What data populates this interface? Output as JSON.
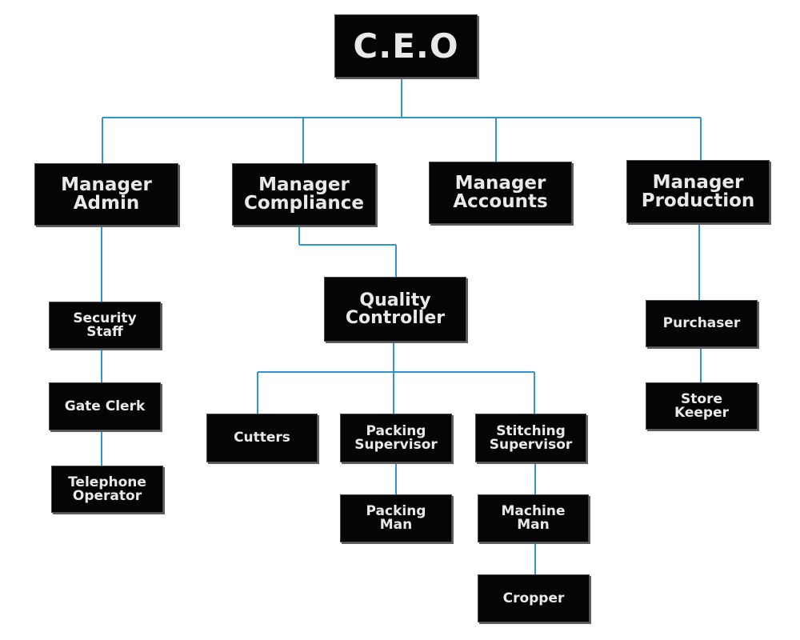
{
  "colors": {
    "connector": "#2f97c9",
    "box_fill": "#050505",
    "box_text": "#e9e9e9"
  },
  "nodes": {
    "ceo": "C.E.O",
    "manager_admin": "Manager\nAdmin",
    "manager_compliance": "Manager\nCompliance",
    "manager_accounts": "Manager\nAccounts",
    "manager_production": "Manager\nProduction",
    "security_staff": "Security\nStaff",
    "gate_clerk": "Gate Clerk",
    "telephone_operator": "Telephone\nOperator",
    "quality_controller": "Quality\nController",
    "cutters": "Cutters",
    "packing_supervisor": "Packing\nSupervisor",
    "stitching_supervisor": "Stitching\nSupervisor",
    "packing_man": "Packing\nMan",
    "machine_man": "Machine\nMan",
    "cropper": "Cropper",
    "purchaser": "Purchaser",
    "store_keeper": "Store\nKeeper"
  }
}
